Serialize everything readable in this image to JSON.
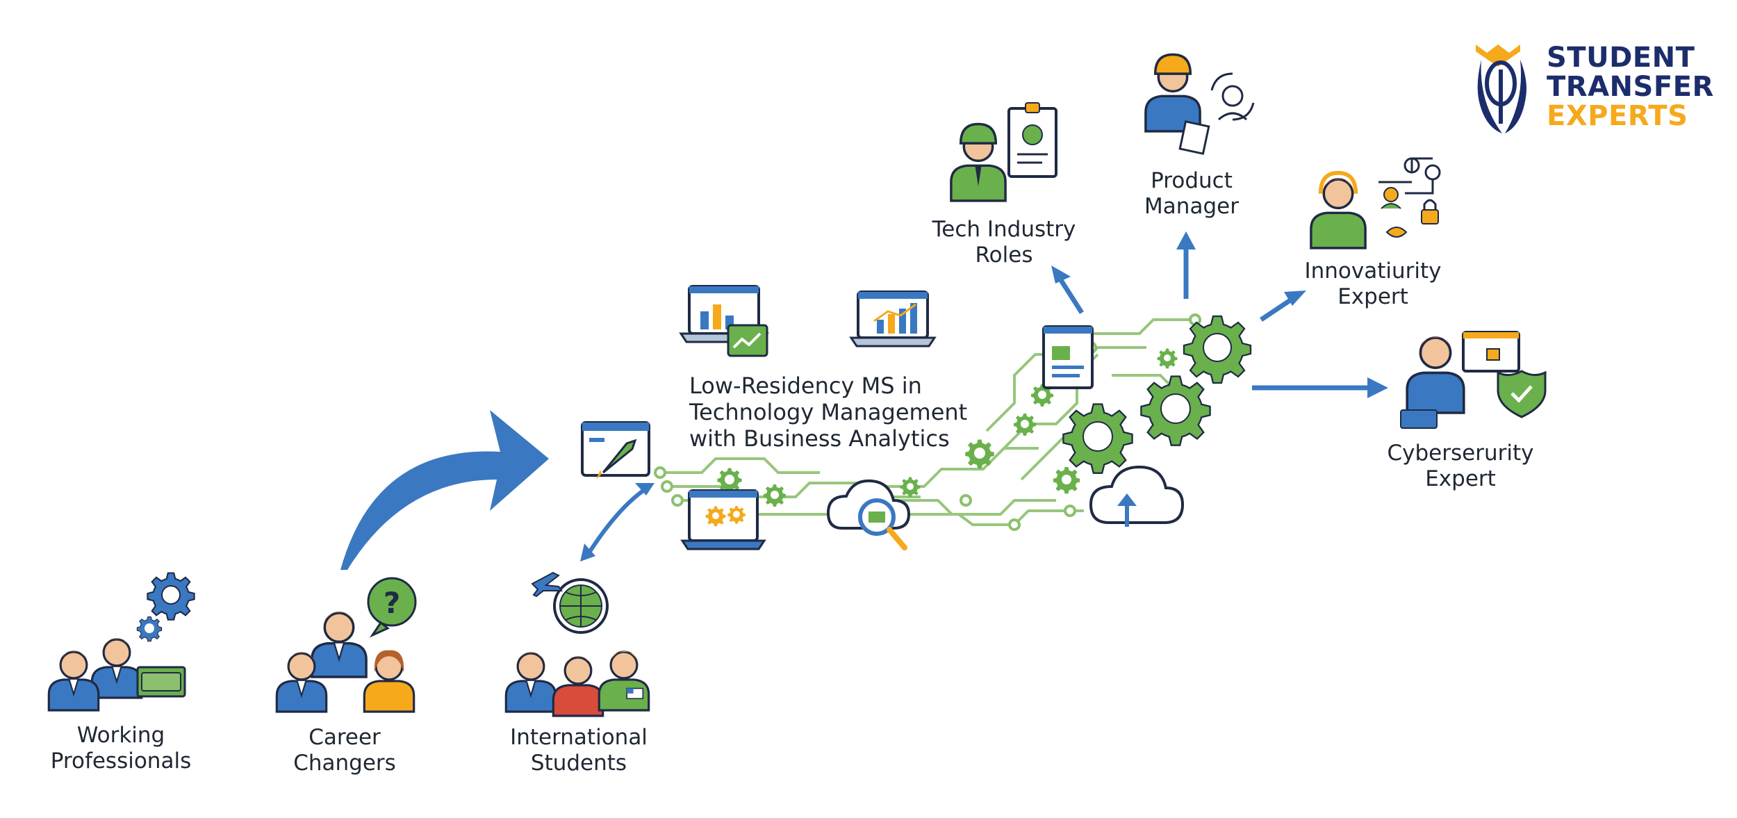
{
  "logo": {
    "line1": "STUDENT",
    "line2": "TRANSFER",
    "line3": "EXPERTS"
  },
  "program": {
    "line1": "Low-Residency MS in",
    "line2": "Technology Management",
    "line3": "with Business Analytics"
  },
  "audiences": [
    {
      "line1": "Working",
      "line2": "Professionals"
    },
    {
      "line1": "Career",
      "line2": "Changers"
    },
    {
      "line1": "International",
      "line2": "Students"
    }
  ],
  "careers": [
    {
      "line1": "Tech Industry",
      "line2": "Roles"
    },
    {
      "line1": "Product",
      "line2": "Manager"
    },
    {
      "line1": "Innovatiurity",
      "line2": "Expert"
    },
    {
      "line1": "Cyberserurity",
      "line2": "Expert"
    }
  ],
  "colors": {
    "primary_blue": "#3a78c2",
    "dark_navy": "#1c2d6b",
    "accent_green": "#6ab04c",
    "accent_orange": "#f5a91b"
  }
}
